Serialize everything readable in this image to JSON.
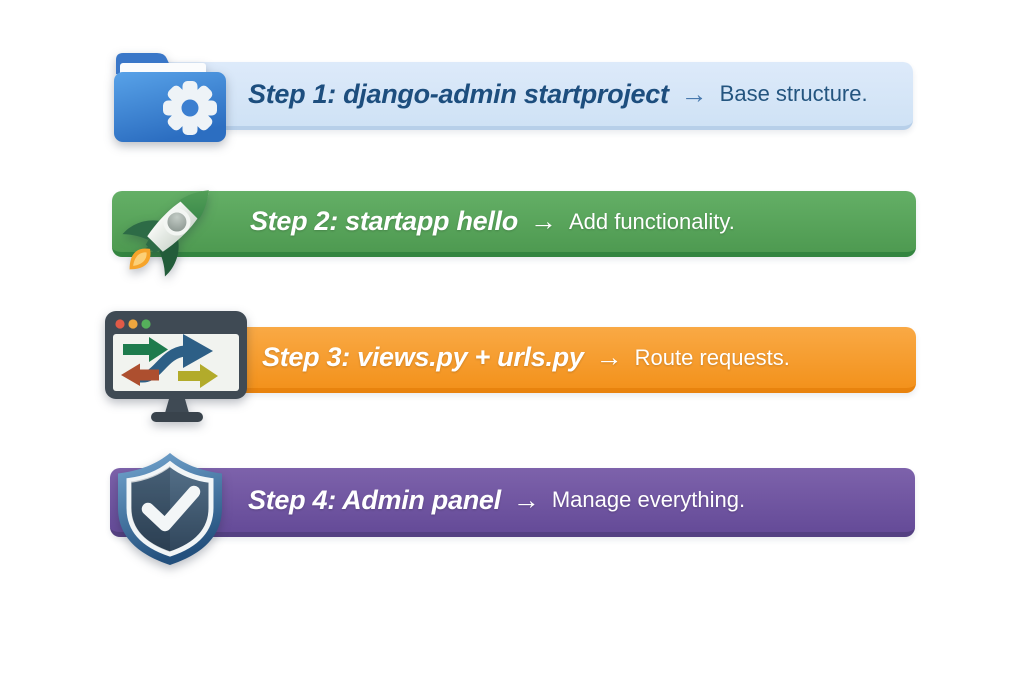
{
  "steps": [
    {
      "step_title": "Step 1: django-admin startproject",
      "arrow_glyph": "→",
      "result": "Base structure.",
      "icon": "folder-gear-icon",
      "colors": {
        "banner_top": "#ddeafa",
        "banner_bottom": "#cfe2f5",
        "bottom_edge": "#b7cfe9",
        "title_text": "#1d4e7e",
        "arrow": "#4879ae"
      }
    },
    {
      "step_title": "Step 2: startapp hello",
      "arrow_glyph": "→",
      "result": "Add functionality.",
      "icon": "rocket-icon",
      "colors": {
        "banner_top": "#64af66",
        "banner_bottom": "#4e9a51",
        "bottom_edge": "#338540",
        "title_text": "#ffffff",
        "arrow": "#ffffff"
      }
    },
    {
      "step_title": "Step 3: views.py + urls.py",
      "arrow_glyph": "→",
      "result": "Route requests.",
      "icon": "monitor-routing-icon",
      "colors": {
        "banner_top": "#f9a945",
        "banner_bottom": "#f3921c",
        "bottom_edge": "#e8830e",
        "title_text": "#ffffff",
        "arrow": "#ffffff"
      }
    },
    {
      "step_title": "Step 4: Admin panel",
      "arrow_glyph": "→",
      "result": "Manage everything.",
      "icon": "shield-check-icon",
      "colors": {
        "banner_top": "#7d62ab",
        "banner_bottom": "#654b98",
        "bottom_edge": "#544082",
        "title_text": "#ffffff",
        "arrow": "#ffffff"
      }
    }
  ],
  "page": {
    "background": "#ffffff"
  }
}
